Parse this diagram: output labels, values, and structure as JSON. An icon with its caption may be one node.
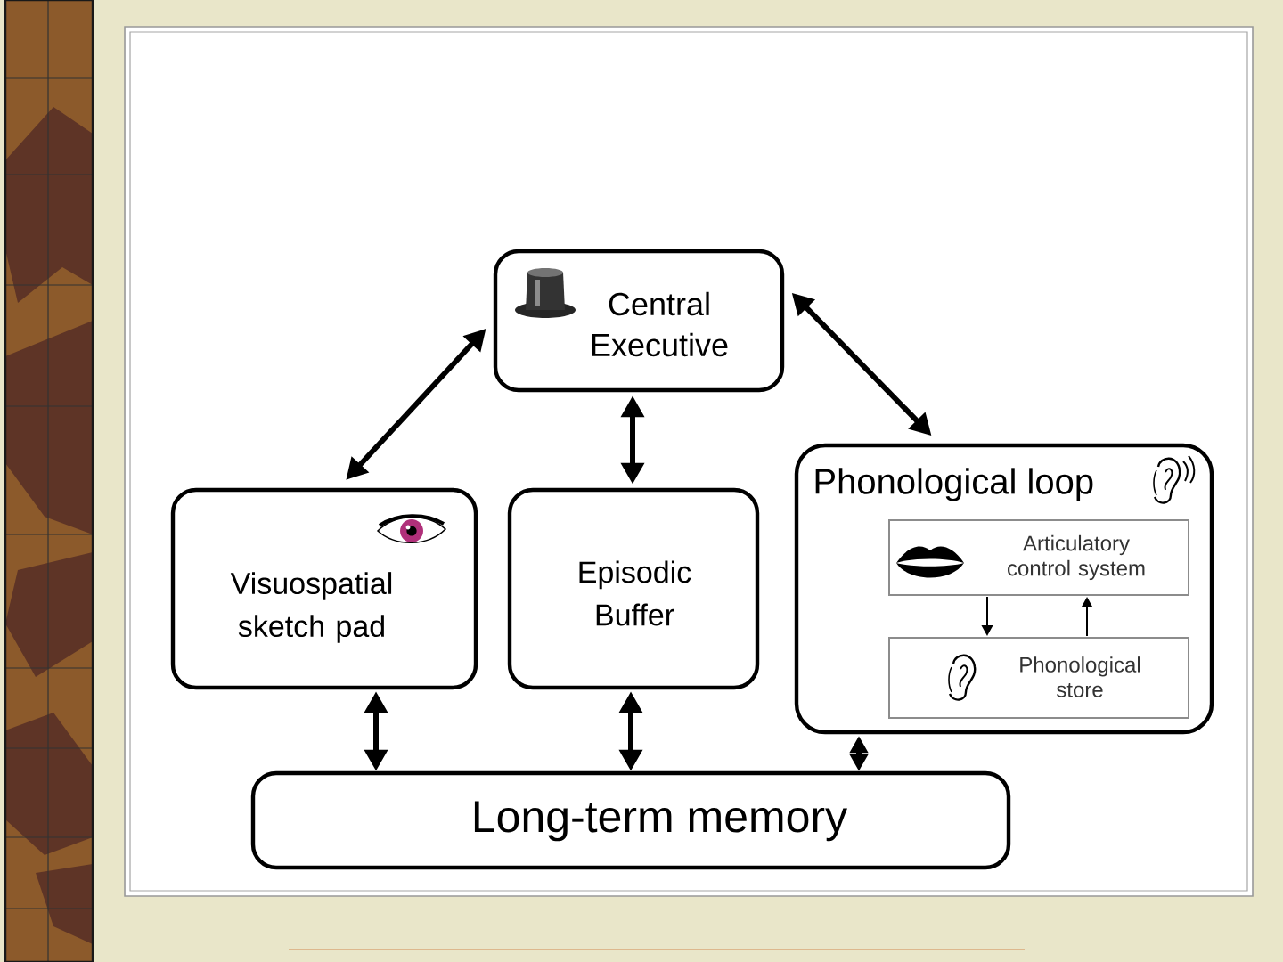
{
  "diagram": {
    "nodes": [
      {
        "text": [
          "Central Executive"
        ]
      },
      {
        "text": [
          "Visuospatial sketch pad"
        ]
      },
      {
        "text": [
          "Episodic Buffer"
        ]
      },
      {
        "text": [
          "Phonological loop"
        ]
      },
      {
        "text": [
          "Articulatory control system"
        ],
        "in": 3
      },
      {
        "text": [
          "Phonological store"
        ],
        "in": 3
      },
      {
        "text": [
          "Long-term memory"
        ]
      }
    ],
    "edges": [
      {
        "from": 0,
        "to": 1,
        "arrow": "both"
      },
      {
        "from": 0,
        "to": 2,
        "arrow": "both"
      },
      {
        "from": 0,
        "to": 3,
        "arrow": "both"
      },
      {
        "from": 1,
        "to": 6,
        "arrow": "both"
      },
      {
        "from": 2,
        "to": 6,
        "arrow": "both"
      },
      {
        "from": 3,
        "to": 6,
        "arrow": "both"
      },
      {
        "from": 4,
        "to": 5,
        "arrow": "to"
      },
      {
        "from": 5,
        "to": 4,
        "arrow": "to"
      }
    ]
  }
}
